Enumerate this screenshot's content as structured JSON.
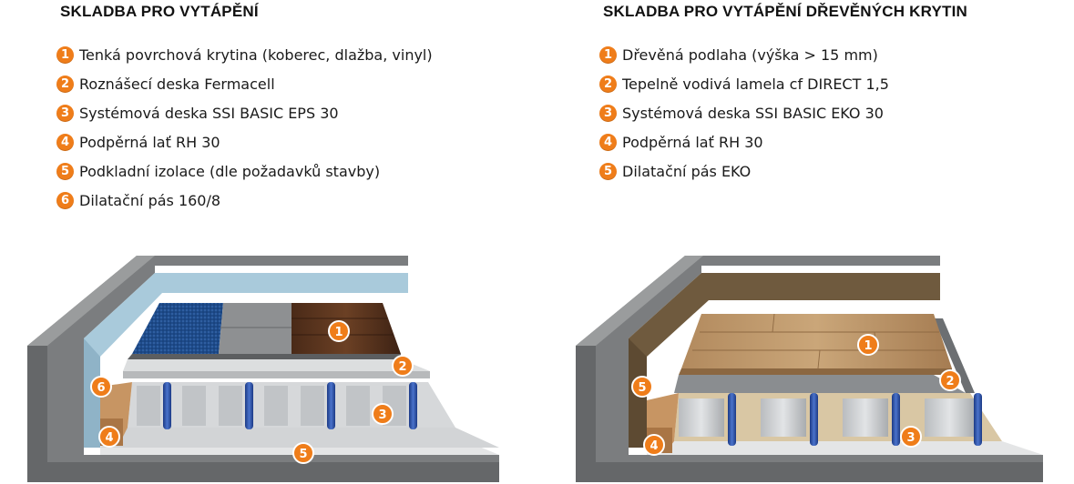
{
  "left": {
    "title": "SKLADBA PRO VYTÁPĚNÍ",
    "items": [
      {
        "num": "1",
        "label": "Tenká povrchová krytina (koberec, dlažba, vinyl)"
      },
      {
        "num": "2",
        "label": "Roznášecí deska Fermacell"
      },
      {
        "num": "3",
        "label": "Systémová deska SSI BASIC EPS 30"
      },
      {
        "num": "4",
        "label": "Podpěrná lať RH 30"
      },
      {
        "num": "5",
        "label": "Podkladní izolace (dle požadavků stavby)"
      },
      {
        "num": "6",
        "label": "Dilatační pás 160/8"
      }
    ]
  },
  "right": {
    "title": "SKLADBA PRO VYTÁPĚNÍ DŘEVĚNÝCH KRYTIN",
    "items": [
      {
        "num": "1",
        "label": "Dřevěná podlaha (výška > 15 mm)"
      },
      {
        "num": "2",
        "label": "Tepelně vodivá lamela cf DIRECT 1,5"
      },
      {
        "num": "3",
        "label": "Systémová deska SSI BASIC EKO 30"
      },
      {
        "num": "4",
        "label": "Podpěrná lať RH 30"
      },
      {
        "num": "5",
        "label": "Dilatační pás EKO"
      }
    ]
  },
  "colors": {
    "accent": "#ef7d1a",
    "concrete": "#7d7f80",
    "insulation": "#a7c9db",
    "pipe": "#2a4fa6"
  }
}
